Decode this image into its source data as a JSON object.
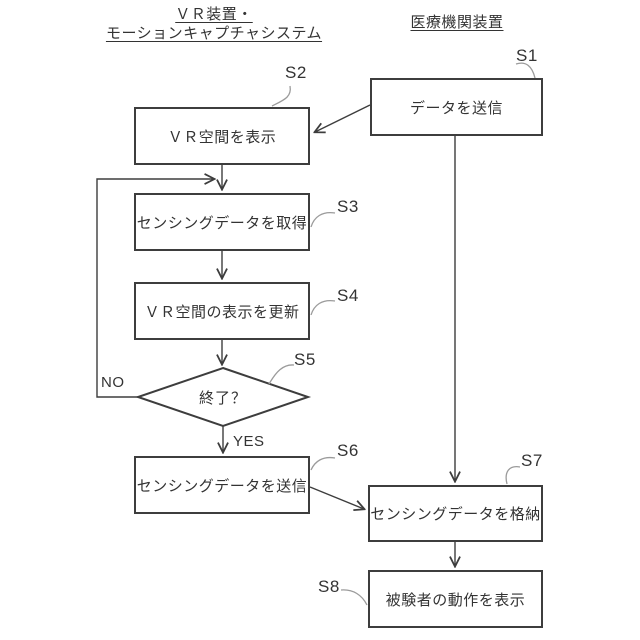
{
  "headers": {
    "left_line1": "ＶＲ装置・",
    "left_line2": "モーションキャプチャシステム",
    "right": "医療機関装置"
  },
  "nodes": [
    {
      "id": "S1",
      "label": "S1",
      "text": "データを送信",
      "type": "process",
      "lane": "medical"
    },
    {
      "id": "S2",
      "label": "S2",
      "text": "ＶＲ空間を表示",
      "type": "process",
      "lane": "vr"
    },
    {
      "id": "S3",
      "label": "S3",
      "text": "センシングデータを取得",
      "type": "process",
      "lane": "vr"
    },
    {
      "id": "S4",
      "label": "S4",
      "text": "ＶＲ空間の表示を更新",
      "type": "process",
      "lane": "vr"
    },
    {
      "id": "S5",
      "label": "S5",
      "text": "終了？",
      "type": "decision",
      "lane": "vr"
    },
    {
      "id": "S6",
      "label": "S6",
      "text": "センシングデータを送信",
      "type": "process",
      "lane": "vr"
    },
    {
      "id": "S7",
      "label": "S7",
      "text": "センシングデータを格納",
      "type": "process",
      "lane": "medical"
    },
    {
      "id": "S8",
      "label": "S8",
      "text": "被験者の動作を表示",
      "type": "process",
      "lane": "medical"
    }
  ],
  "edges": {
    "no_label": "NO",
    "yes_label": "YES",
    "connections": [
      "S1->S2",
      "S1->S7",
      "S2->S3",
      "S3->S4",
      "S4->S5",
      "S5-NO->S3",
      "S5-YES->S6",
      "S6->S7",
      "S7->S8"
    ]
  },
  "colors": {
    "line": "#3d3d3d",
    "leader": "#9b9b9b",
    "text": "#333333",
    "background": "#ffffff"
  }
}
